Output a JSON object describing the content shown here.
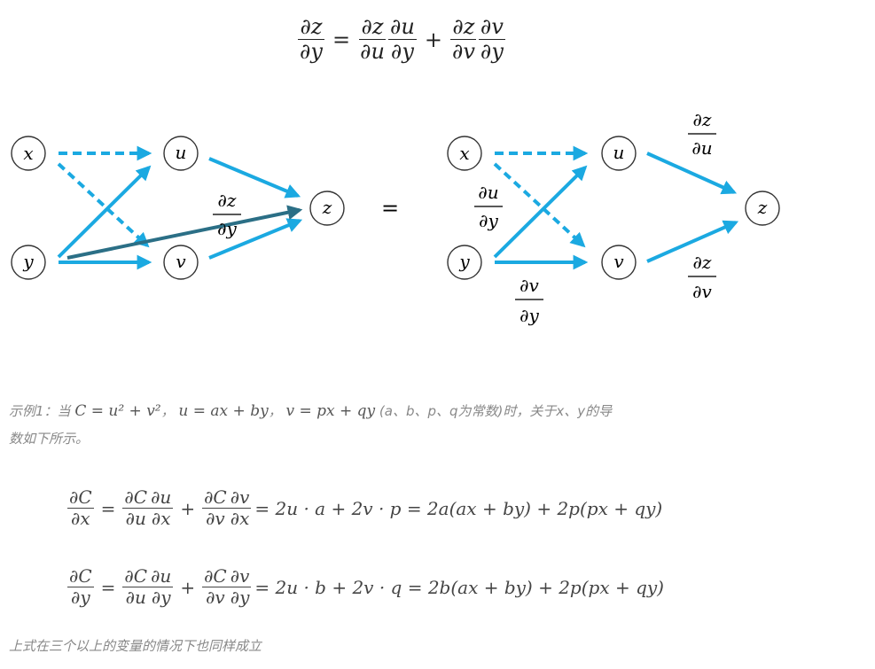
{
  "top_formula": {
    "lhs_num": "∂z",
    "lhs_den": "∂y",
    "eq": "=",
    "t1a_num": "∂z",
    "t1a_den": "∂u",
    "t1b_num": "∂u",
    "t1b_den": "∂y",
    "plus": "+",
    "t2a_num": "∂z",
    "t2a_den": "∂v",
    "t2b_num": "∂v",
    "t2b_den": "∂y"
  },
  "diagram_left": {
    "nodes": {
      "x": "x",
      "y": "y",
      "u": "u",
      "v": "v",
      "z": "z"
    },
    "label_num": "∂z",
    "label_den": "∂y"
  },
  "equals_sign": "=",
  "diagram_right": {
    "nodes": {
      "x": "x",
      "y": "y",
      "u": "u",
      "v": "v",
      "z": "z"
    },
    "dudy_num": "∂u",
    "dudy_den": "∂y",
    "dvdy_num": "∂v",
    "dvdy_den": "∂y",
    "dzdu_num": "∂z",
    "dzdu_den": "∂u",
    "dzdv_num": "∂z",
    "dzdv_den": "∂v"
  },
  "example": {
    "prefix": "示例1：当",
    "formula1": "C = u² + v²",
    "sep1": "，",
    "formula2": "u = ax + by",
    "sep2": "，",
    "formula3": "v = px + qy",
    "suffix": " (a、b、p、q为常数)时，关于x、y的导",
    "line2": "数如下所示。"
  },
  "eq1": {
    "lhs_num": "∂C",
    "lhs_den": "∂x",
    "a_num": "∂C",
    "a_den": "∂u",
    "b_num": "∂u",
    "b_den": "∂x",
    "c_num": "∂C",
    "c_den": "∂v",
    "d_num": "∂v",
    "d_den": "∂x",
    "rhs": "= 2u · a + 2v · p = 2a(ax + by) + 2p(px + qy)"
  },
  "eq2": {
    "lhs_num": "∂C",
    "lhs_den": "∂y",
    "a_num": "∂C",
    "a_den": "∂u",
    "b_num": "∂u",
    "b_den": "∂y",
    "c_num": "∂C",
    "c_den": "∂v",
    "d_num": "∂v",
    "d_den": "∂y",
    "rhs": "= 2u · b + 2v · q = 2b(ax + by) + 2p(px + qy)"
  },
  "footer_note": "上式在三个以上的变量的情况下也同样成立",
  "colors": {
    "arrow": "#1ba9e1",
    "arrow_dark": "#2b6f86",
    "node_stroke": "#333333"
  }
}
